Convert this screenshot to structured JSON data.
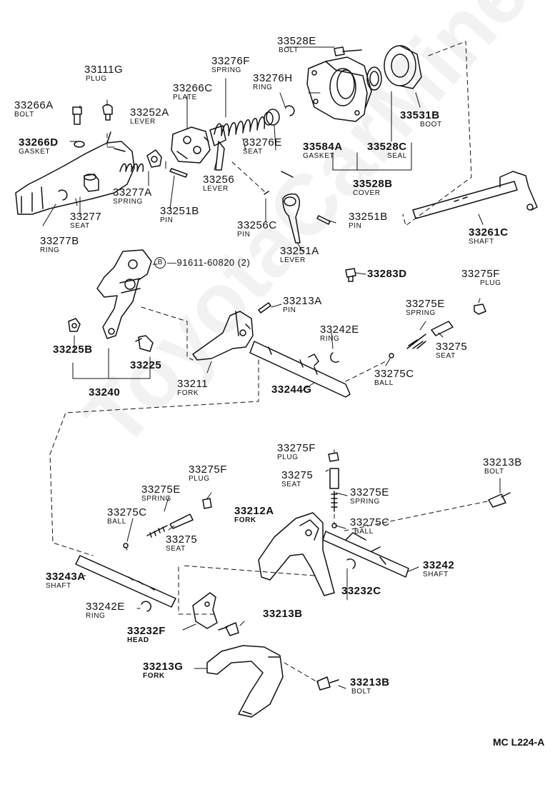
{
  "watermark": "ToyotaCarMine.ru",
  "diagram_code": "MC L224-A",
  "parts": {
    "p33528E": {
      "no": "33528E",
      "name": "BOLT"
    },
    "p33111G": {
      "no": "33111G",
      "name": "PLUG"
    },
    "p33276F": {
      "no": "33276F",
      "name": "SPRING"
    },
    "p33276H": {
      "no": "33276H",
      "name": "RING"
    },
    "p33266C": {
      "no": "33266C",
      "name": "PLATE"
    },
    "p33266A": {
      "no": "33266A",
      "name": "BOLT"
    },
    "p33252A": {
      "no": "33252A",
      "name": "LEVER"
    },
    "p33531B": {
      "no": "33531B",
      "name": "BOOT"
    },
    "p33266D": {
      "no": "33266D",
      "name": "GASKET"
    },
    "p33276E": {
      "no": "33276E",
      "name": "SEAT"
    },
    "p33584A": {
      "no": "33584A",
      "name": "GASKET"
    },
    "p33528C": {
      "no": "33528C",
      "name": "SEAL"
    },
    "p33256": {
      "no": "33256",
      "name": "LEVER"
    },
    "p33528B": {
      "no": "33528B",
      "name": "COVER"
    },
    "p33277A": {
      "no": "33277A",
      "name": "SPRING"
    },
    "p33277": {
      "no": "33277",
      "name": "SEAT"
    },
    "p33251B_a": {
      "no": "33251B",
      "name": "PIN"
    },
    "p33256C": {
      "no": "33256C",
      "name": "PIN"
    },
    "p33251B_b": {
      "no": "33251B",
      "name": "PIN"
    },
    "p33261C": {
      "no": "33261C",
      "name": "SHAFT"
    },
    "p33277B": {
      "no": "33277B",
      "name": "RING"
    },
    "p33251A": {
      "no": "33251A",
      "name": "LEVER"
    },
    "p91611": {
      "no": "91611-60820 (2)",
      "circle": "B"
    },
    "p33283D": {
      "no": "33283D"
    },
    "p33275F_a": {
      "no": "33275F",
      "name": "PLUG"
    },
    "p33213A": {
      "no": "33213A",
      "name": "PIN"
    },
    "p33275E_a": {
      "no": "33275E",
      "name": "SPRING"
    },
    "p33242E_a": {
      "no": "33242E",
      "name": "RING"
    },
    "p33275_a": {
      "no": "33275",
      "name": "SEAT"
    },
    "p33225B": {
      "no": "33225B"
    },
    "p33225": {
      "no": "33225"
    },
    "p33275C_a": {
      "no": "33275C",
      "name": "BALL"
    },
    "p33211": {
      "no": "33211",
      "name": "FORK"
    },
    "p33244G": {
      "no": "33244G"
    },
    "p33240": {
      "no": "33240"
    },
    "p33275F_b": {
      "no": "33275F",
      "name": "PLUG"
    },
    "p33213B_a": {
      "no": "33213B",
      "name": "BOLT"
    },
    "p33275F_c": {
      "no": "33275F",
      "name": "PLUG"
    },
    "p33275_b": {
      "no": "33275",
      "name": "SEAT"
    },
    "p33275E_b": {
      "no": "33275E",
      "name": "SPRING"
    },
    "p33275E_c": {
      "no": "33275E",
      "name": "SPRING"
    },
    "p33212A": {
      "no": "33212A",
      "name": "FORK"
    },
    "p33275C_b": {
      "no": "33275C",
      "name": "BALL"
    },
    "p33275C_c": {
      "no": "33275C",
      "name": "BALL"
    },
    "p33275_c": {
      "no": "33275",
      "name": "SEAT"
    },
    "p33242": {
      "no": "33242",
      "name": "SHAFT"
    },
    "p33243A": {
      "no": "33243A",
      "name": "SHAFT"
    },
    "p33232C": {
      "no": "33232C"
    },
    "p33242E_b": {
      "no": "33242E",
      "name": "RING"
    },
    "p33213B_b": {
      "no": "33213B"
    },
    "p33232F": {
      "no": "33232F",
      "name": "HEAD"
    },
    "p33213G": {
      "no": "33213G",
      "name": "FORK"
    },
    "p33213B_c": {
      "no": "33213B",
      "name": "BOLT"
    }
  }
}
